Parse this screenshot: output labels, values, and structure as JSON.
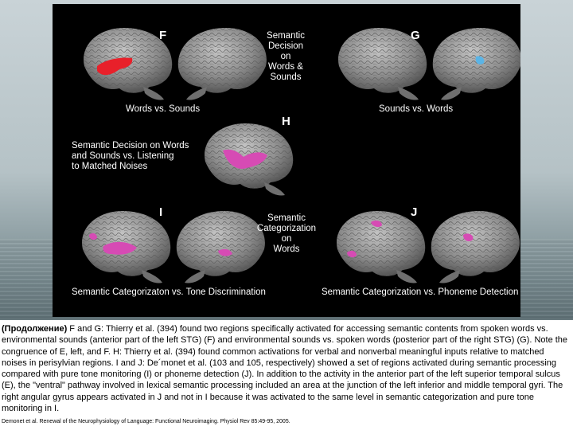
{
  "figure": {
    "panels": {
      "F": "F",
      "G": "G",
      "H": "H",
      "I": "I",
      "J": "J"
    },
    "labels": {
      "semantic_decision": "Semantic\nDecision\non\nWords &\nSounds",
      "words_vs_sounds": "Words vs. Sounds",
      "sounds_vs_words": "Sounds vs. Words",
      "semantic_decision_vs_listening": "Semantic Decision on Words\nand Sounds vs. Listening\nto Matched Noises",
      "semantic_categorization": "Semantic\nCategorization\non\nWords",
      "categorization_vs_tone": "Semantic Categorizaton vs. Tone Discrimination",
      "categorization_vs_phoneme": "Semantic Categorization vs. Phoneme Detection"
    },
    "colors": {
      "activation_red": "#e8202a",
      "activation_blue": "#5ab4e6",
      "activation_magenta": "#d64bb4"
    }
  },
  "caption": {
    "lead": "(Продолжение)",
    "text": " F and G: Thierry et al. (394) found two regions specifically activated for accessing semantic contents from spoken words vs. environmental sounds (anterior part of the left STG) (F) and environmental sounds vs. spoken words (posterior part of the right STG) (G). Note the congruence of E, left, and F. H: Thierry et al. (394) found common activations for verbal and nonverbal meaningful inputs relative to matched noises in perisylvian regions. I and J: De´monet et al. (103 and 105, respectively) showed a set of regions activated during semantic processing compared with pure tone monitoring (I) or phoneme detection (J). In addition to the activity in the anterior part of the left superior temporal sulcus (E), the \"ventral\" pathway involved in lexical semantic processing included an area at the junction of the left inferior and middle temporal gyri. The right angular gyrus appears activated in J and not in I because it was activated to the same level in semantic categorization and pure tone monitoring in I."
  },
  "citation": "Demonet et al. Renewal of the Neurophysiology of Language: Functional Neuroimaging. Physiol Rev 85:49-95, 2005."
}
